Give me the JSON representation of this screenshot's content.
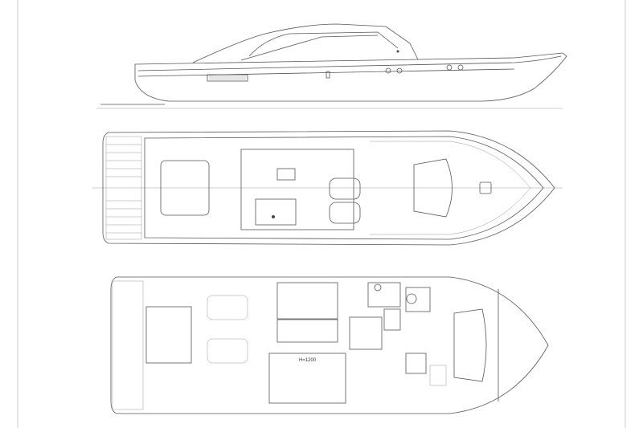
{
  "drawing": {
    "views": [
      "side-profile",
      "deck-plan",
      "lower-deck-plan"
    ],
    "lower_deck": {
      "height_label": "H=1200"
    }
  }
}
